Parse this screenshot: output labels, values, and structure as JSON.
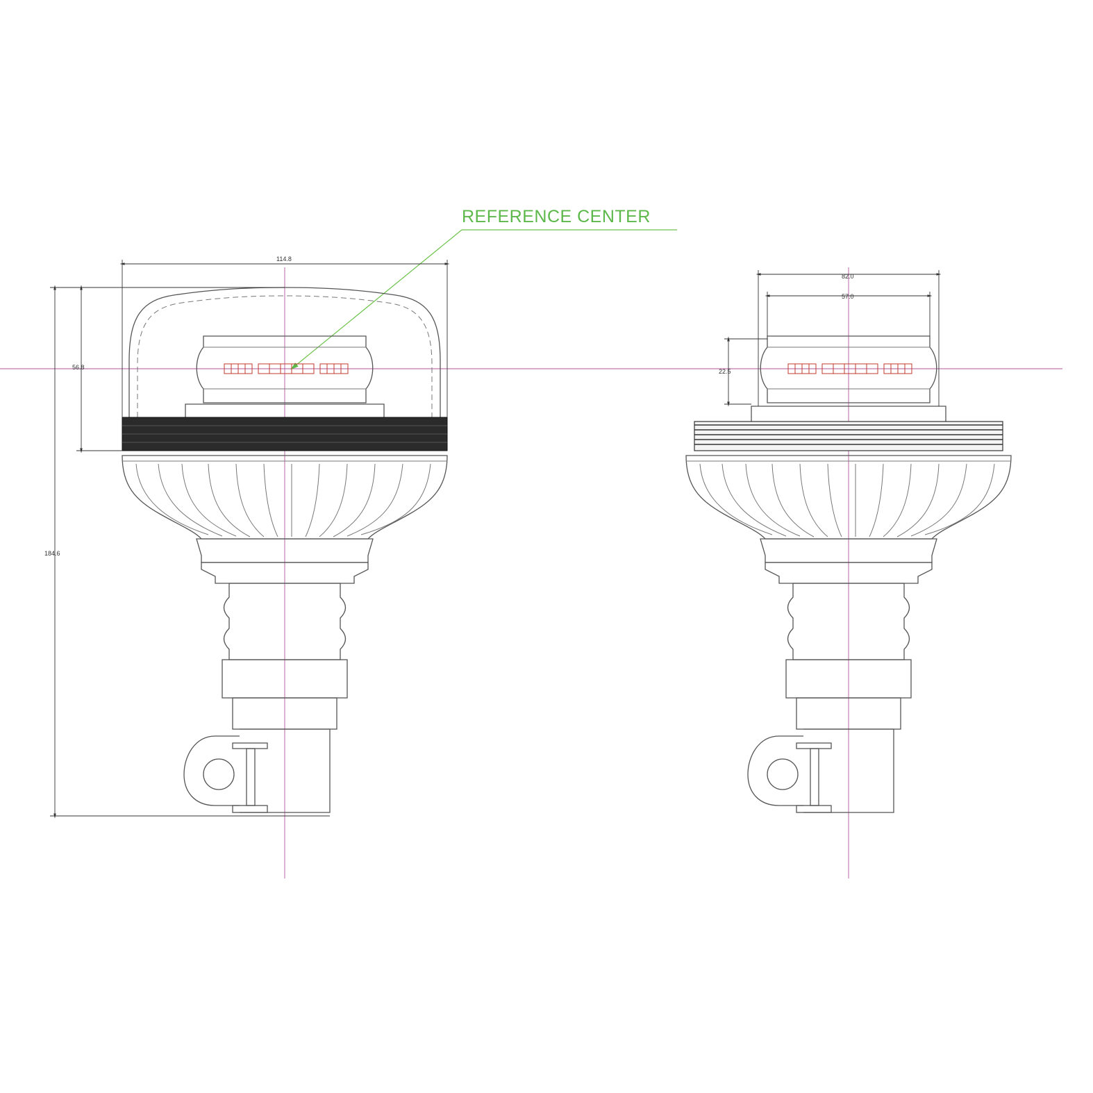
{
  "annotation": {
    "label": "REFERENCE CENTER",
    "color": "#5cb84a"
  },
  "front_view": {
    "overall_width": "114.8",
    "dome_height": "56.8",
    "overall_height": "184.6"
  },
  "side_view": {
    "outer_width": "82.0",
    "inner_width": "57.0",
    "module_height": "22.5"
  },
  "colors": {
    "reference_axis": "#b0559a",
    "led": "#c0392b",
    "leader": "#6cc24a",
    "lines": "#555555"
  }
}
